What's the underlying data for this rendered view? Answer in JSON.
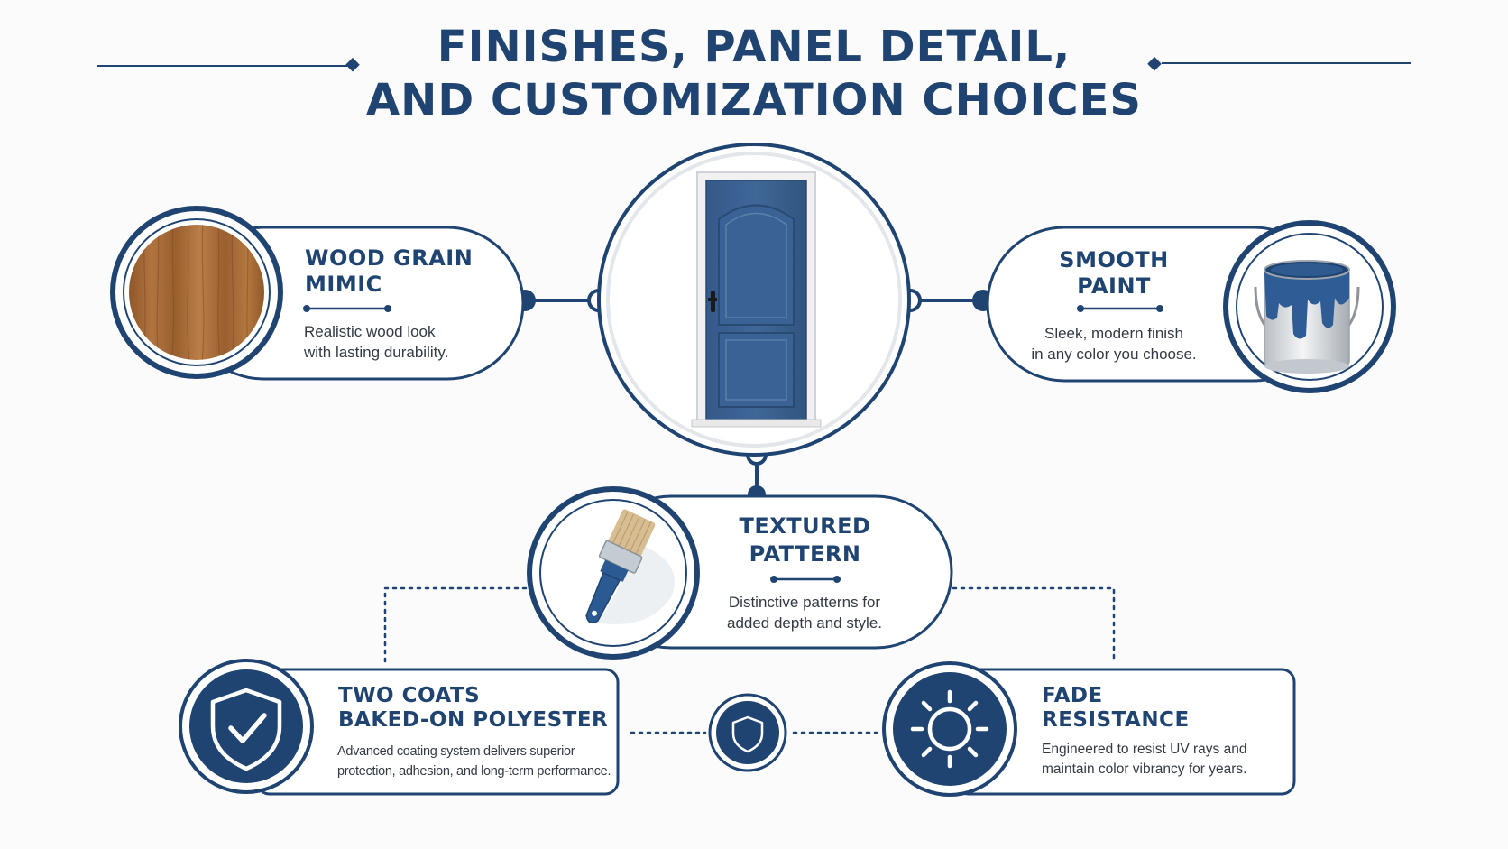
{
  "title": {
    "line1": "FINISHES, PANEL DETAIL,",
    "line2": "AND CUSTOMIZATION CHOICES"
  },
  "colors": {
    "navy": "#1f4472",
    "door_blue": "#3b628f",
    "wood": "#a0673a",
    "text": "#333a44"
  },
  "center": {
    "icon": "door-illustration"
  },
  "cards": {
    "wood_grain": {
      "title_line1": "WOOD GRAIN",
      "title_line2": "MIMIC",
      "text_line1": "Realistic wood look",
      "text_line2": "with lasting durability.",
      "icon": "wood-texture"
    },
    "smooth_paint": {
      "title_line1": "SMOOTH",
      "title_line2": "PAINT",
      "text_line1": "Sleek, modern finish",
      "text_line2": "in any color you choose.",
      "icon": "paint-can-icon"
    },
    "textured_pattern": {
      "title_line1": "TEXTURED",
      "title_line2": "PATTERN",
      "text_line1": "Distinctive patterns for",
      "text_line2": "added depth and style.",
      "icon": "paintbrush-icon"
    },
    "two_coats": {
      "title_line1": "TWO COATS",
      "title_line2": "BAKED-ON POLYESTER",
      "text_line1": "Advanced coating system delivers superior",
      "text_line2": "protection, adhesion, and long-term performance.",
      "icon": "shield-check-icon"
    },
    "fade_resistance": {
      "title_line1": "FADE",
      "title_line2": "RESISTANCE",
      "text_line1": "Engineered to resist UV rays and",
      "text_line2": "maintain color vibrancy for years.",
      "icon": "sun-icon"
    },
    "middle_badge": {
      "icon": "shield-icon"
    }
  }
}
